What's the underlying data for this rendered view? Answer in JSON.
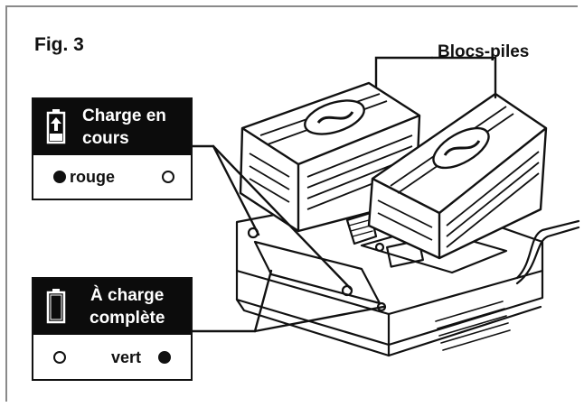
{
  "figure": {
    "title": "Fig. 3"
  },
  "callout": {
    "label": "Blocs-piles"
  },
  "charging": {
    "line1": "Charge en",
    "line2": "cours",
    "led_label": "rouge",
    "colors": {
      "led_on": "#111111",
      "led_off": "#ffffff"
    }
  },
  "full": {
    "line1": "À charge",
    "line2": "complète",
    "led_label": "vert"
  },
  "icons": [
    "battery-charging-icon",
    "battery-full-icon"
  ]
}
